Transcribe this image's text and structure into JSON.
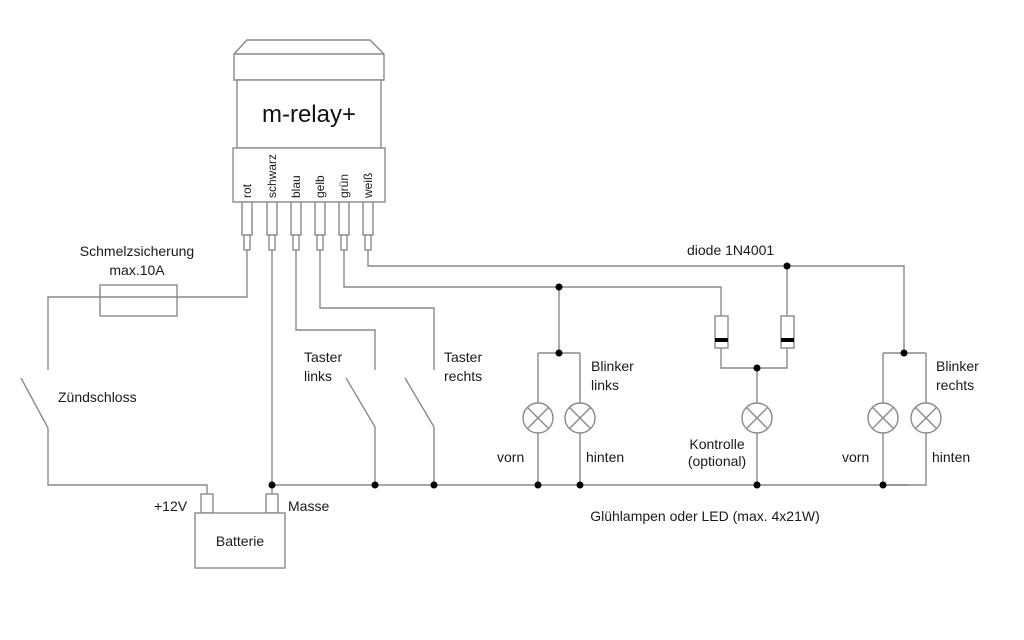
{
  "diagram": {
    "type": "wiring-schematic",
    "relay": {
      "label": "m-relay+",
      "pins": [
        "rot",
        "schwarz",
        "blau",
        "gelb",
        "grün",
        "weiß"
      ]
    },
    "fuse": {
      "label_line1": "Schmelzsicherung",
      "label_line2": "max.10A"
    },
    "ignition": {
      "label": "Zündschloss"
    },
    "battery": {
      "label": "Batterie",
      "plus_label": "+12V",
      "ground_label": "Masse"
    },
    "switch_left": {
      "label_line1": "Taster",
      "label_line2": "links"
    },
    "switch_right": {
      "label_line1": "Taster",
      "label_line2": "rechts"
    },
    "diode": {
      "label": "diode 1N4001"
    },
    "blinker_left": {
      "label_line1": "Blinker",
      "label_line2": "links",
      "front": "vorn",
      "rear": "hinten"
    },
    "control": {
      "label_line1": "Kontrolle",
      "label_line2": "(optional)"
    },
    "blinker_right": {
      "label_line1": "Blinker",
      "label_line2": "rechts",
      "front": "vorn",
      "rear": "hinten"
    },
    "footer": "Glühlampen oder LED (max. 4x21W)"
  }
}
